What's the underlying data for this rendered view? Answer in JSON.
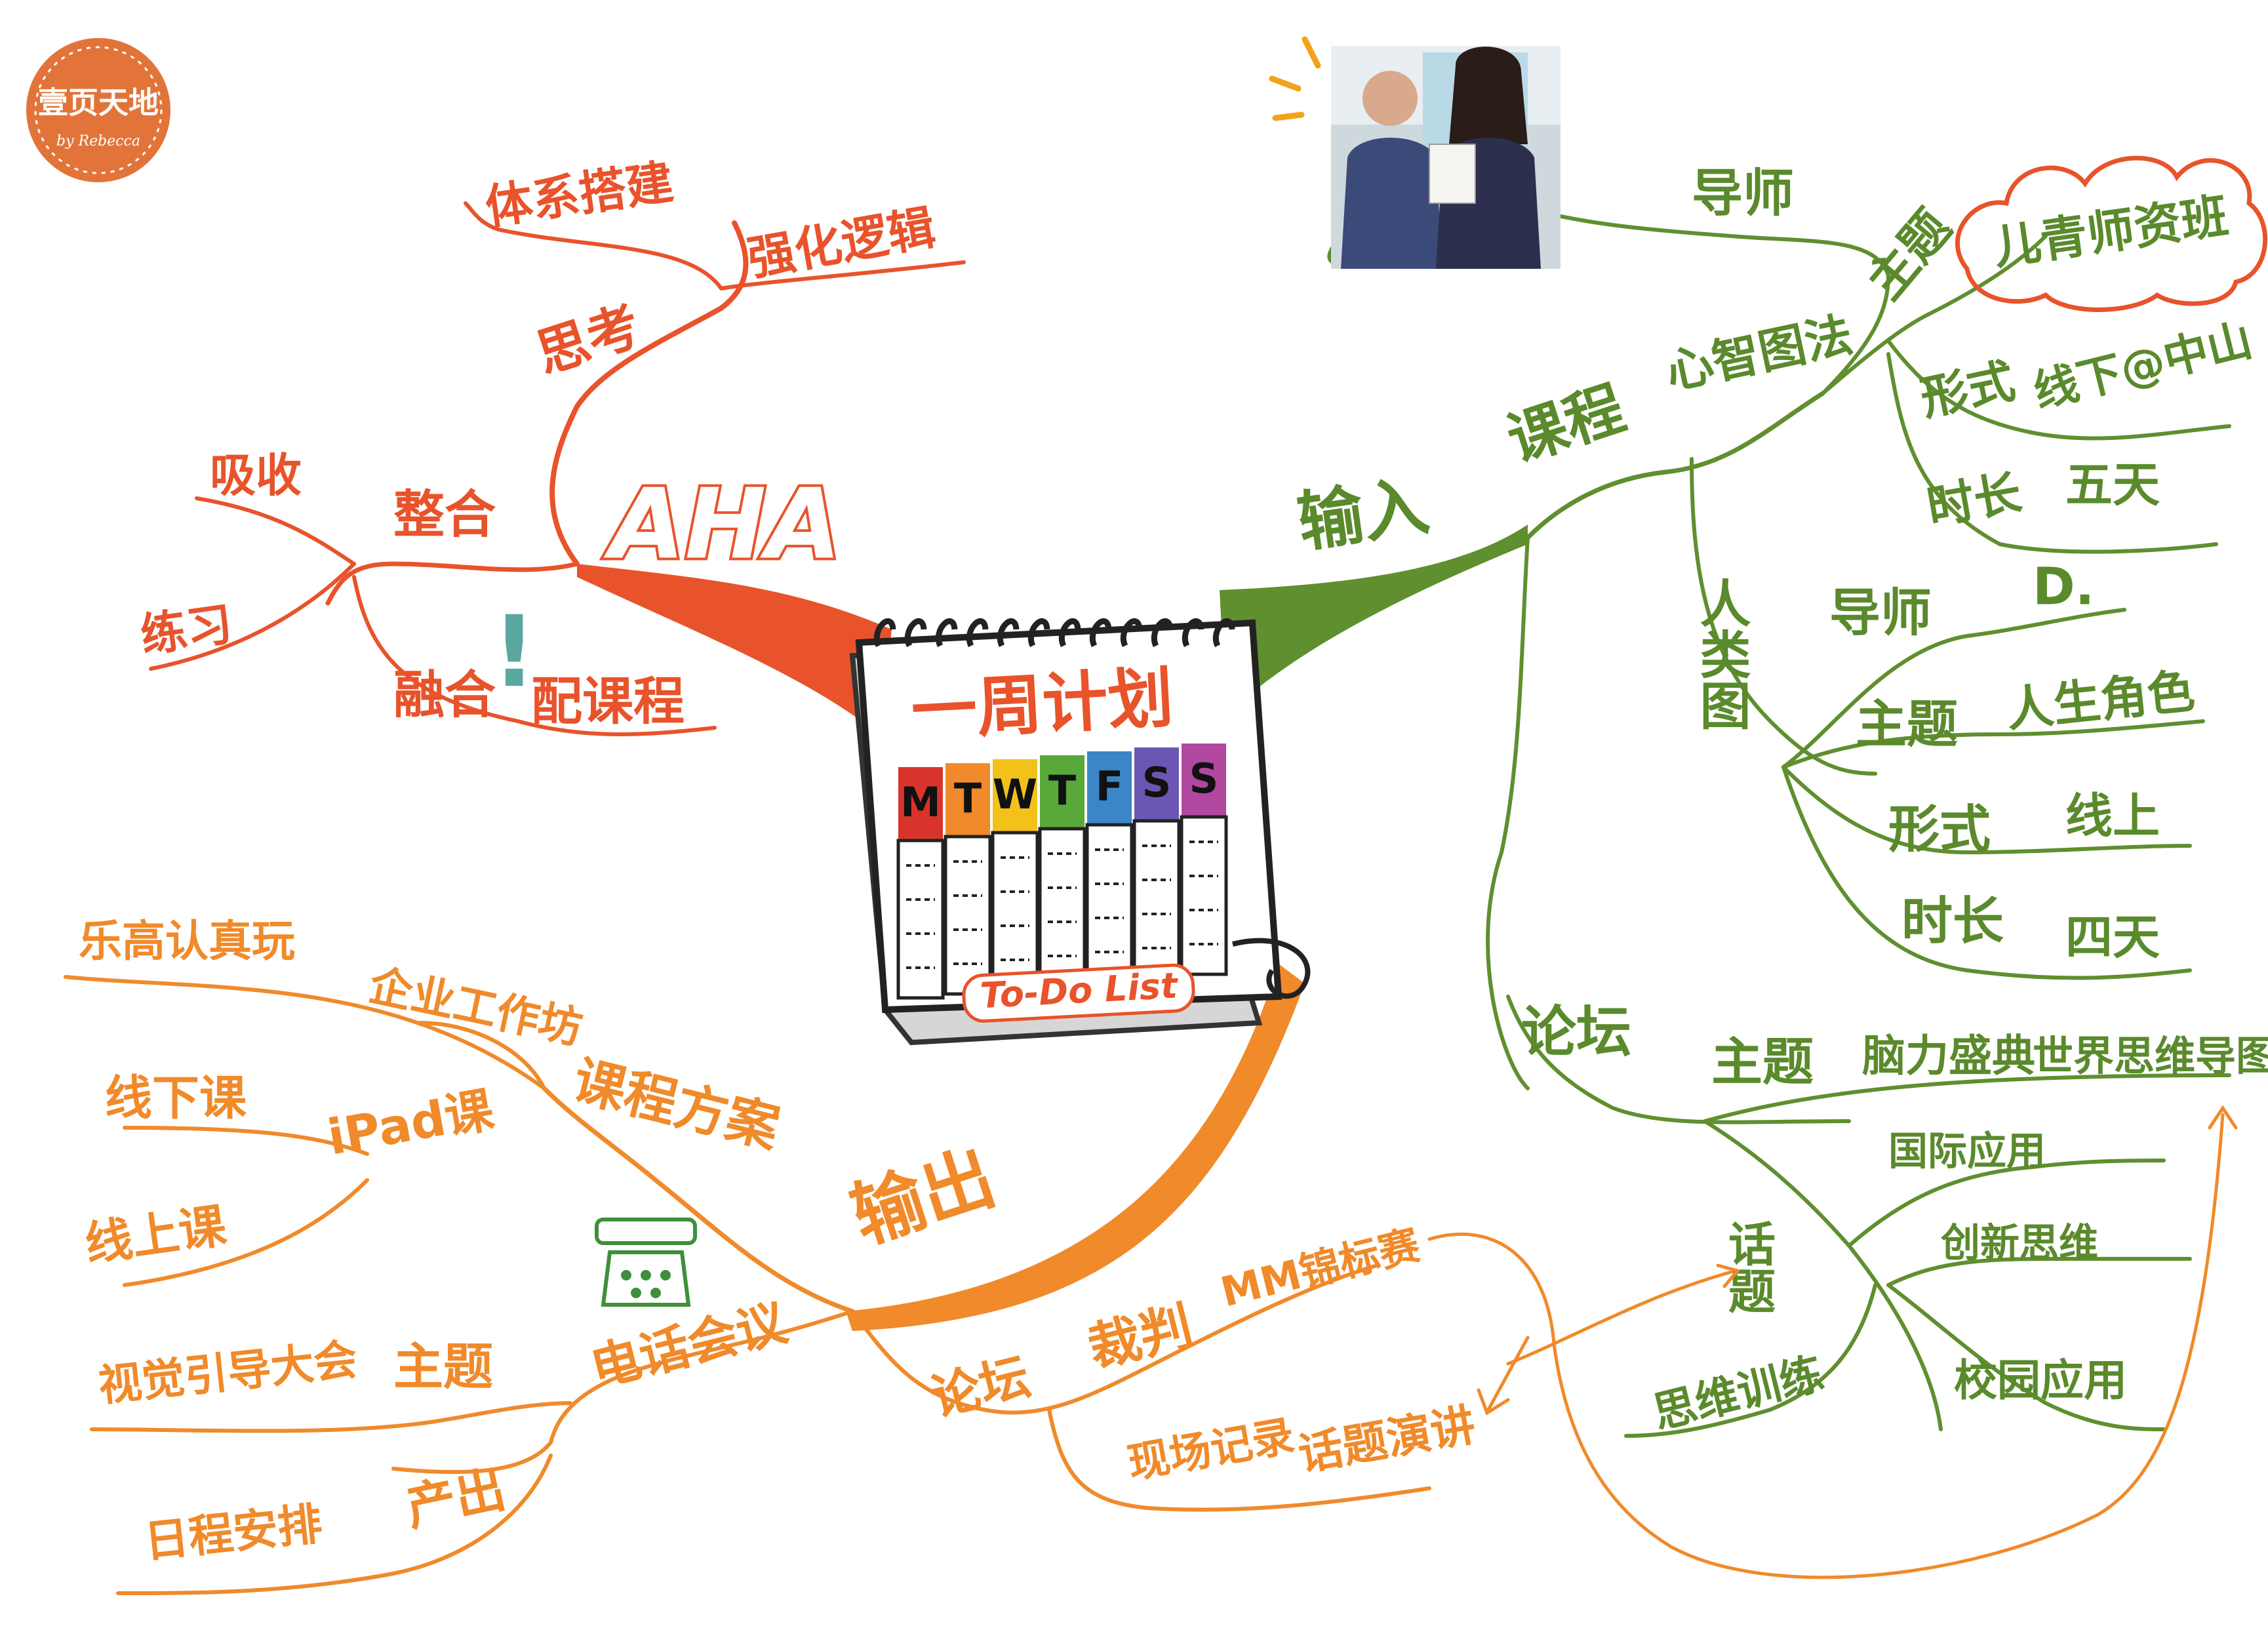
{
  "logo": {
    "text": "壹页天地",
    "sub": "by Rebecca"
  },
  "center": {
    "title": "一周计划",
    "days": [
      "M",
      "T",
      "W",
      "T",
      "F",
      "S",
      "S"
    ],
    "day_colors": [
      "#d9342b",
      "#f08a2a",
      "#f2c21b",
      "#58a83a",
      "#3b86c7",
      "#6b57b3",
      "#b048a0"
    ],
    "footer": "To-Do List"
  },
  "aha": {
    "title": "AHA",
    "think": {
      "label": "思考",
      "children": [
        "体系搭建",
        "强化逻辑"
      ]
    },
    "integrate": {
      "label": "整合",
      "children": [
        "吸收",
        "练习"
      ]
    },
    "fuse": {
      "label": "融合",
      "exclaim": "!",
      "child": "配课程"
    }
  },
  "input": {
    "title": "输入",
    "course": "课程",
    "mindmap": {
      "label": "心智图法",
      "mentor": "导师",
      "theme_key": "主题",
      "theme_val": "儿青师资班",
      "form_key": "形式",
      "form_val": "线下@中山",
      "dur_key": "时长",
      "dur_val": "五天"
    },
    "human": {
      "label": "人类图",
      "mentor_key": "导师",
      "mentor_val": "D.",
      "theme_key": "主题",
      "theme_val": "人生角色",
      "form_key": "形式",
      "form_val": "线上",
      "dur_key": "时长",
      "dur_val": "四天"
    },
    "forum": {
      "label": "论坛",
      "theme_key": "主题",
      "theme_val1": "脑力盛典",
      "theme_val2": "世界思维导图",
      "topics": {
        "label": "话题",
        "children": [
          "国际应用",
          "创新思维",
          "校园应用",
          "思维训练"
        ]
      }
    }
  },
  "output": {
    "title": "输出",
    "course_plan": {
      "label": "课程方案",
      "workshop": "企业工作坊",
      "lego": "乐高认真玩",
      "ipad": "iPad课",
      "offline": "线下课",
      "online": "线上课"
    },
    "call": {
      "label": "电话会议",
      "theme": "主题",
      "theme_val": "视觉引导大会",
      "produce": "产出",
      "produce_val": "日程安排"
    },
    "forum": {
      "label": "论坛",
      "judge": "裁判",
      "judge_val": "MM锦标赛",
      "record": "现场记录",
      "record_val": "话题演讲"
    }
  }
}
